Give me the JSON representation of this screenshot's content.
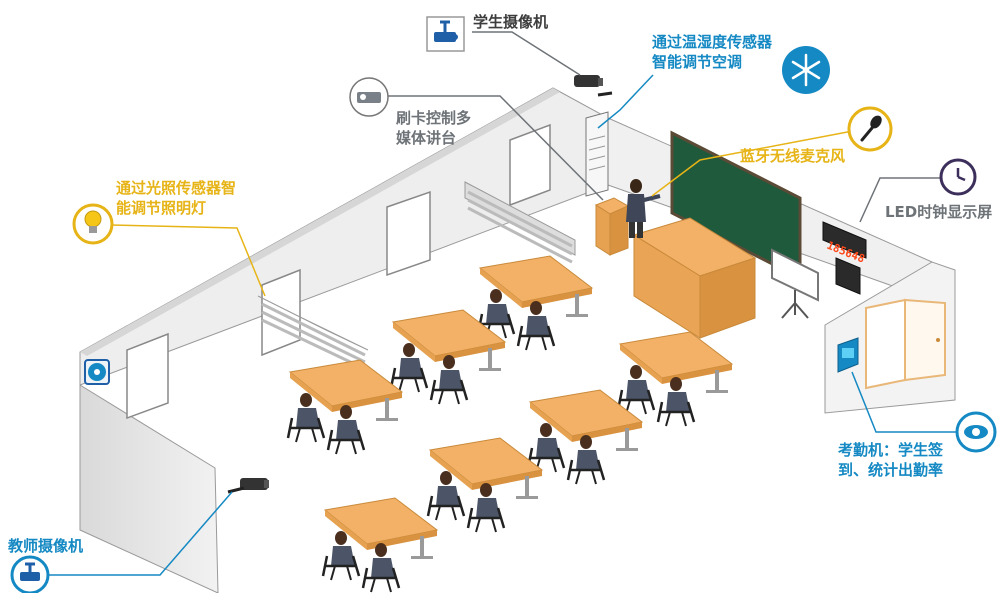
{
  "labels": {
    "student_camera": "学生摄像机",
    "climate_sensor": "通过温湿度传感器\n智能调节空调",
    "card_podium": "刷卡控制多\n媒体讲台",
    "light_sensor": "通过光照传感器智\n能调节照明灯",
    "bluetooth_mic": "蓝牙无线麦克风",
    "led_clock": "LED时钟显示屏",
    "attendance": "考勤机：学生签\n到、统计出勤率",
    "teacher_camera": "教师摄像机"
  },
  "clock_digits": "185648",
  "colors": {
    "blue": "#1589c3",
    "yellow": "#e7b417",
    "gray": "#6e7378",
    "wall": "#e9e9e9",
    "desk": "#f2b166",
    "blackboard": "#1f5a3d"
  }
}
